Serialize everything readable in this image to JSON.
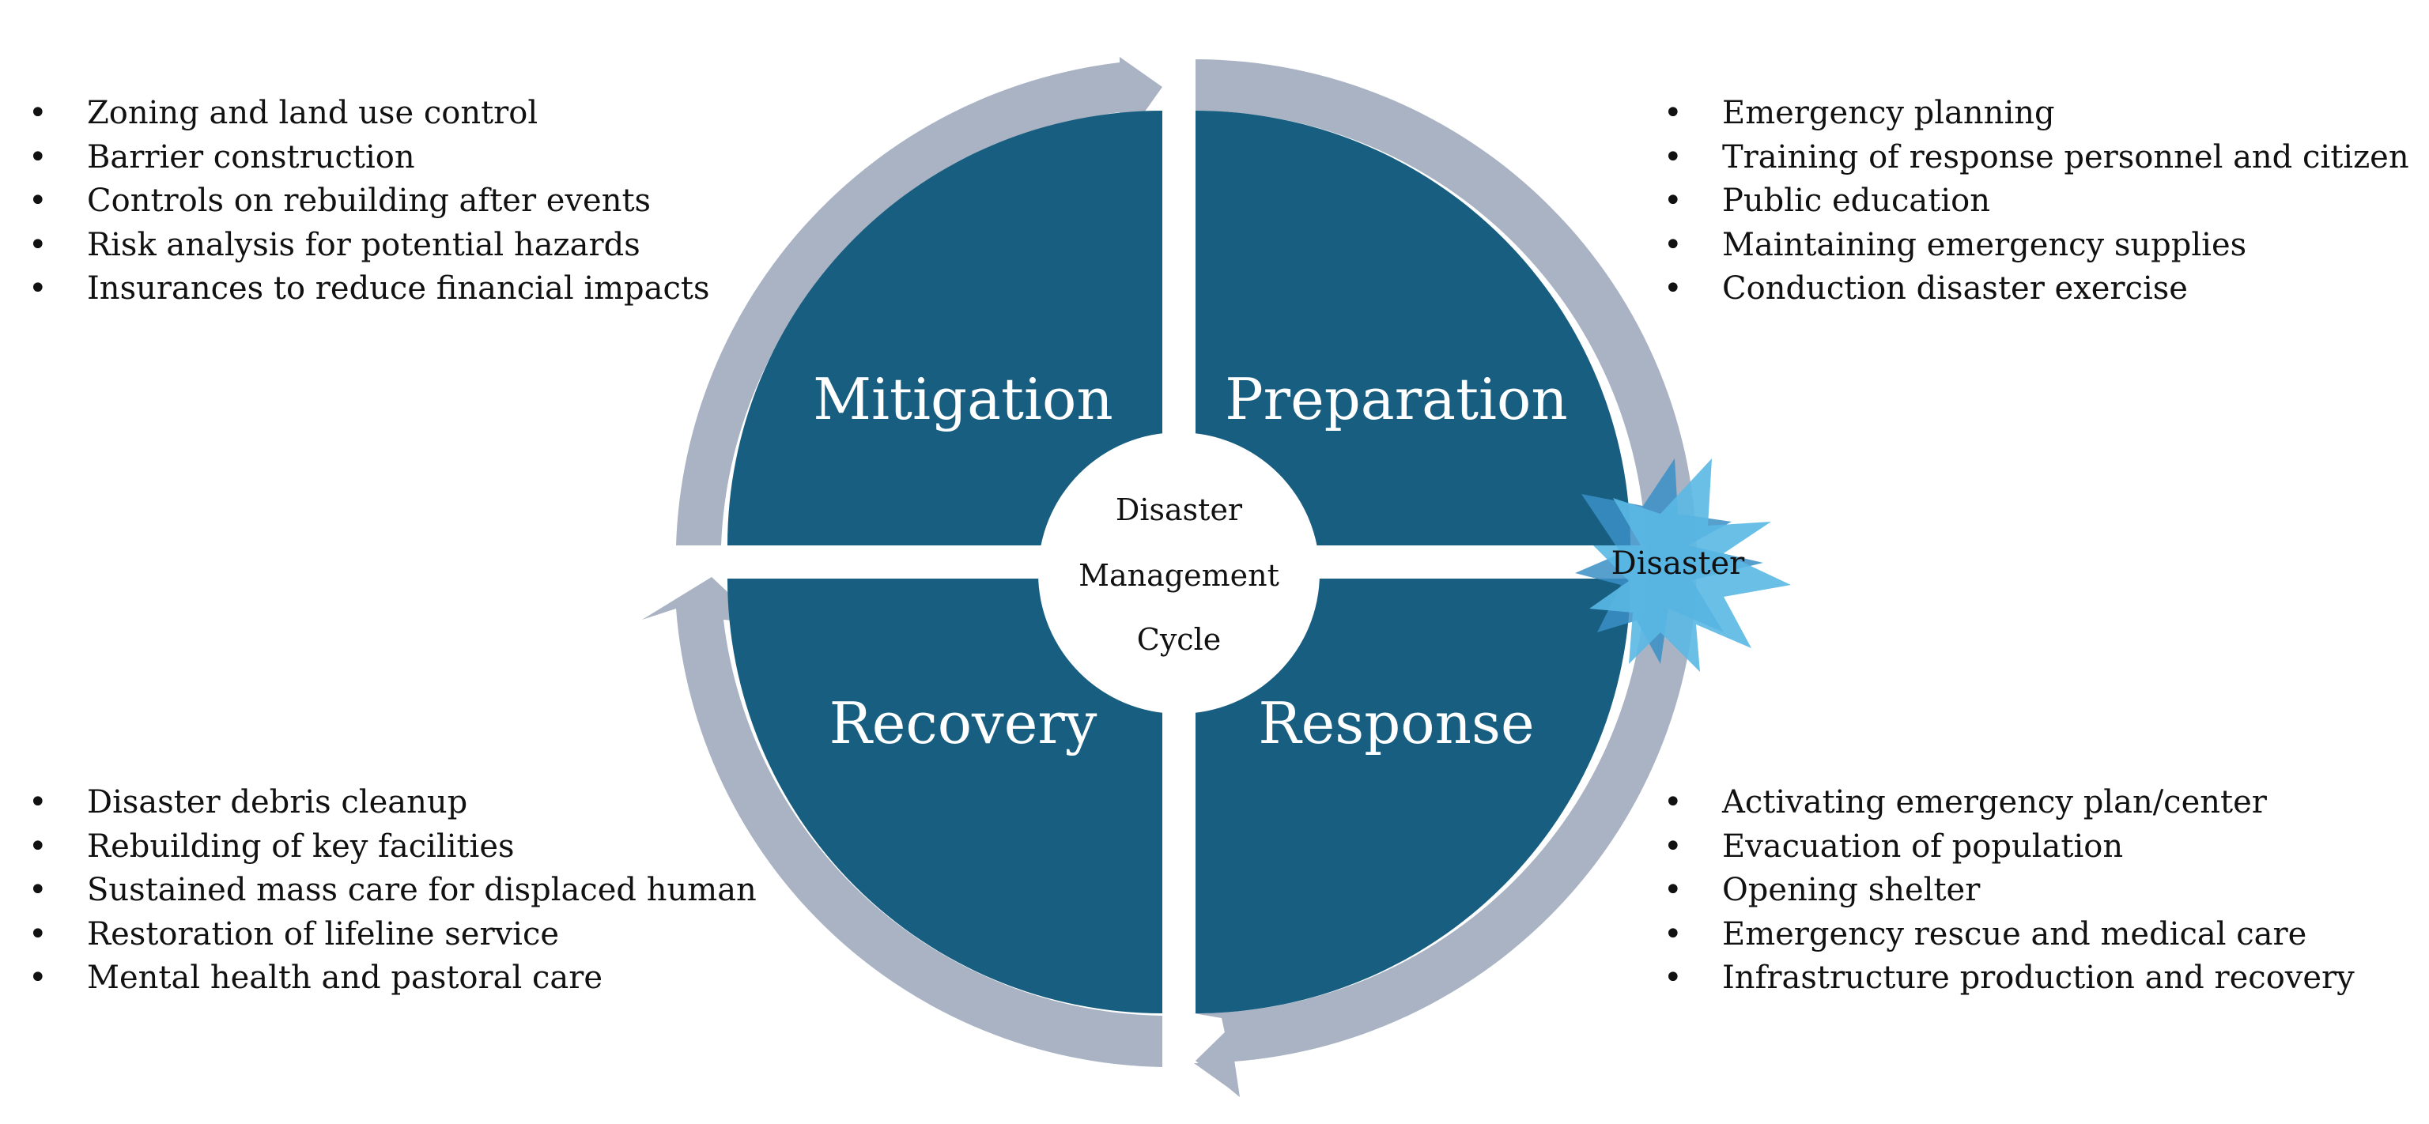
{
  "diagram": {
    "center_lines": [
      "Disaster",
      "Management",
      "Cycle"
    ],
    "quadrants": {
      "top_left": "Mitigation",
      "top_right": "Preparation",
      "bottom_left": "Recovery",
      "bottom_right": "Response"
    },
    "burst_label": "Disaster",
    "colors": {
      "quadrant": "#175e80",
      "ring": "#a9b3c3",
      "burst": "#5ab8e4",
      "burst_dark": "#3a8fc6",
      "quadrant_text": "#ffffff",
      "text": "#111111"
    }
  },
  "lists": {
    "top_left": [
      "Zoning and land use control",
      "Barrier construction",
      "Controls on rebuilding after events",
      "Risk analysis for potential hazards",
      "Insurances to reduce financial impacts"
    ],
    "top_right": [
      "Emergency planning",
      "Training of response personnel and citizen",
      "Public education",
      "Maintaining emergency supplies",
      "Conduction disaster exercise"
    ],
    "bottom_left": [
      "Disaster debris cleanup",
      "Rebuilding of key facilities",
      "Sustained mass care for displaced human",
      "Restoration of lifeline service",
      "Mental health and pastoral care"
    ],
    "bottom_right": [
      "Activating emergency plan/center",
      "Evacuation of population",
      "Opening shelter",
      "Emergency rescue and medical care",
      "Infrastructure production and recovery"
    ]
  }
}
